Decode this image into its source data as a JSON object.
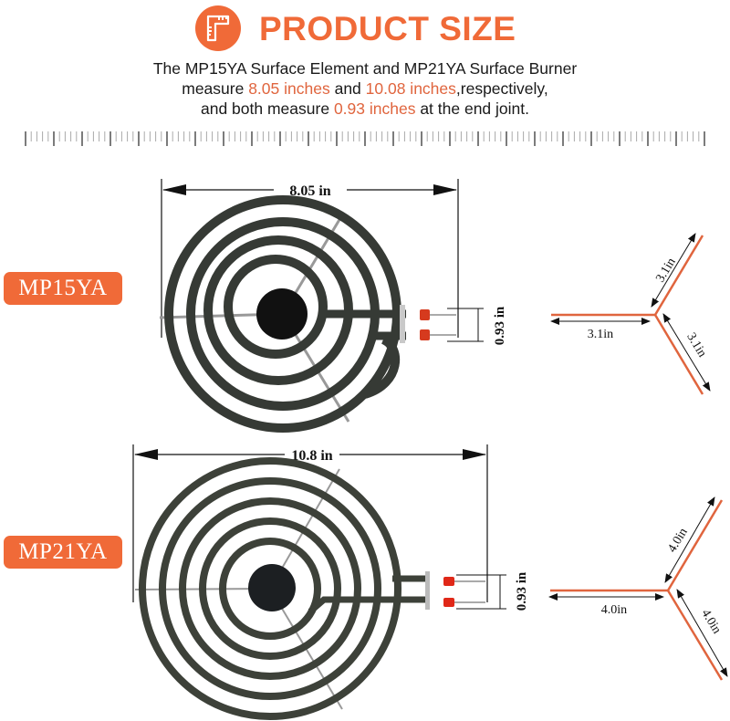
{
  "header": {
    "icon": "ruler-icon",
    "title": "PRODUCT SIZE"
  },
  "description": {
    "line1": "The MP15YA Surface Element and MP21YA Surface Burner",
    "line2_prefix": "measure ",
    "line2_hl1": "8.05 inches",
    "line2_mid": " and ",
    "line2_hl2": "10.08 inches",
    "line2_suffix": ",respectively,",
    "line3_prefix": "and both measure ",
    "line3_hl": "0.93 inches",
    "line3_suffix": " at the end joint."
  },
  "colors": {
    "accent": "#F06A38",
    "highlight_text": "#E0653E",
    "coil": "#3a3d38",
    "terminal_red": "#d63a1e"
  },
  "products": [
    {
      "model": "MP15YA",
      "width_label": "8.05 in",
      "terminal_label": "0.93 in",
      "support_arms": [
        "3.1in",
        "3.1in",
        "3.1in"
      ]
    },
    {
      "model": "MP21YA",
      "width_label": "10.8 in",
      "terminal_label": "0.93 in",
      "support_arms": [
        "4.0in",
        "4.0in",
        "4.0in"
      ]
    }
  ]
}
